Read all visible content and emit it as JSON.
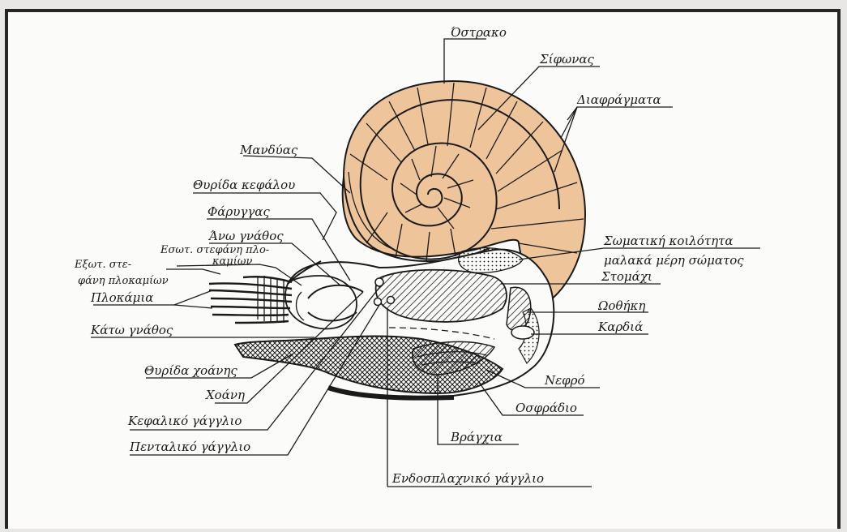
{
  "colors": {
    "shell": "#eec49a",
    "ink": "#1a1a1a",
    "paper": "#fbfbfa",
    "frame": "#262626"
  },
  "labels": {
    "ostrako": "Όστρακο",
    "sifonas": "Σίφωνας",
    "diafragmata": "Διαφράγματα",
    "mandyas": "Μανδύας",
    "thyrida_kefalou": "Θυρίδα κεφάλου",
    "farygkas": "Φάρυγγας",
    "ano_gnathos": "Άνω γνάθος",
    "esot_stefani_1": "Εσωτ. στεφάνη πλο-",
    "esot_stefani_2": "καμίων",
    "exot_stefani_1": "Εξωτ. στε-",
    "exot_stefani_2": "φάνη πλοκαμίων",
    "plokamia": "Πλοκάμια",
    "kato_gnathos": "Κάτω γνάθος",
    "thyrida_choanis": "Θυρίδα χοάνης",
    "choani": "Χοάνη",
    "kefaliko_magglio": "Κεφαλικό γάγγλιο",
    "pentaliko_magglio": "Πενταλικό γάγγλιο",
    "somatiki_koilotita": "Σωματική κοιλότητα",
    "malaka_meri": "μαλακά μέρη σώματος",
    "stomachi": "Στομάχι",
    "oothiki": "Ωοθήκη",
    "kardia": "Καρδιά",
    "nefro": "Νεφρό",
    "osfradio": "Οσφράδιο",
    "brangchia": "Βράγχια",
    "endosplachniko": "Ενδοσπλαχνικό γάγγλιο"
  }
}
